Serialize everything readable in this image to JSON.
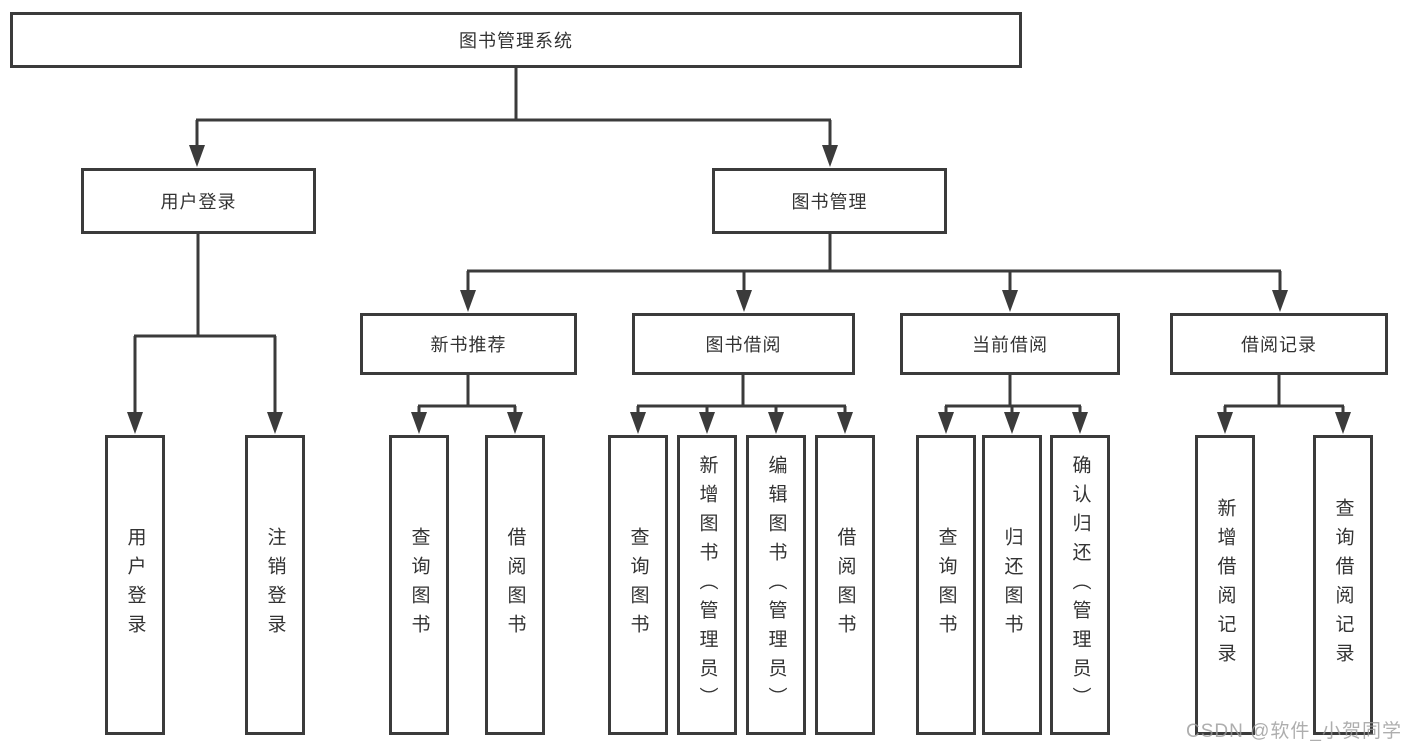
{
  "diagram": {
    "root": "图书管理系统",
    "level2": [
      {
        "label": "用户登录"
      },
      {
        "label": "图书管理"
      }
    ],
    "level3": [
      {
        "label": "新书推荐"
      },
      {
        "label": "图书借阅"
      },
      {
        "label": "当前借阅"
      },
      {
        "label": "借阅记录"
      }
    ],
    "leaves": {
      "user_login": [
        "用户登录",
        "注销登录"
      ],
      "new_books": [
        "查询图书",
        "借阅图书"
      ],
      "book_borrow": [
        "查询图书",
        "新增图书（管理员）",
        "编辑图书（管理员）",
        "借阅图书"
      ],
      "current_borrow": [
        "查询图书",
        "归还图书",
        "确认归还（管理员）"
      ],
      "borrow_records": [
        "新增借阅记录",
        "查询借阅记录"
      ]
    }
  },
  "watermark": {
    "text": "CSDN @软件_小贺同学"
  },
  "colors": {
    "line": "#3b3b3b",
    "text": "#333333",
    "box_border": "#3b3b3b",
    "watermark": "#9b9b9b",
    "background": "#ffffff"
  }
}
